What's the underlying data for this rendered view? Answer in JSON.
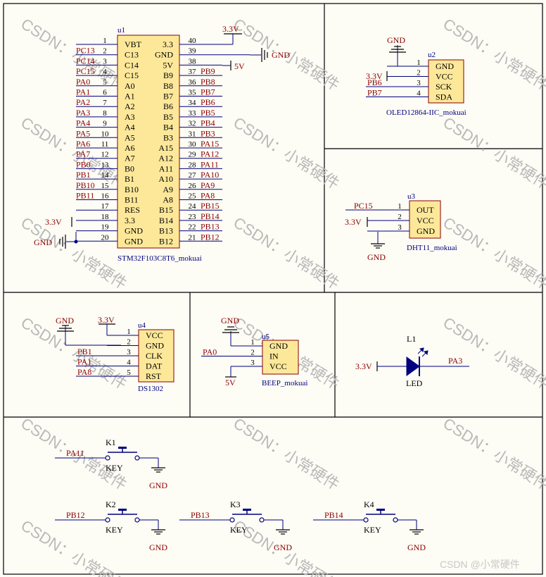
{
  "watermark": {
    "text": "CSDN：小常硬件",
    "footer": "CSDN @小常硬件"
  },
  "u1": {
    "designator": "u1",
    "name": "STM32F103C8T6_mokuai",
    "left_pins": [
      {
        "num": "1",
        "label": "VBT",
        "net": ""
      },
      {
        "num": "2",
        "label": "C13",
        "net": "PC13"
      },
      {
        "num": "3",
        "label": "C14",
        "net": "PC14"
      },
      {
        "num": "4",
        "label": "C15",
        "net": "PC15"
      },
      {
        "num": "5",
        "label": "A0",
        "net": "PA0"
      },
      {
        "num": "6",
        "label": "A1",
        "net": "PA1"
      },
      {
        "num": "7",
        "label": "A2",
        "net": "PA2"
      },
      {
        "num": "8",
        "label": "A3",
        "net": "PA3"
      },
      {
        "num": "9",
        "label": "A4",
        "net": "PA4"
      },
      {
        "num": "10",
        "label": "A5",
        "net": "PA5"
      },
      {
        "num": "11",
        "label": "A6",
        "net": "PA6"
      },
      {
        "num": "12",
        "label": "A7",
        "net": "PA7"
      },
      {
        "num": "13",
        "label": "B0",
        "net": "PB0"
      },
      {
        "num": "14",
        "label": "B1",
        "net": "PB1"
      },
      {
        "num": "15",
        "label": "B10",
        "net": "PB10"
      },
      {
        "num": "16",
        "label": "B11",
        "net": "PB11"
      },
      {
        "num": "17",
        "label": "RES",
        "net": ""
      },
      {
        "num": "18",
        "label": "3.3",
        "net": ""
      },
      {
        "num": "19",
        "label": "GND",
        "net": ""
      },
      {
        "num": "20",
        "label": "GND",
        "net": ""
      }
    ],
    "right_pins": [
      {
        "num": "40",
        "label": "3.3",
        "net": ""
      },
      {
        "num": "39",
        "label": "GND",
        "net": ""
      },
      {
        "num": "38",
        "label": "5V",
        "net": ""
      },
      {
        "num": "37",
        "label": "B9",
        "net": "PB9"
      },
      {
        "num": "36",
        "label": "B8",
        "net": "PB8"
      },
      {
        "num": "35",
        "label": "B7",
        "net": "PB7"
      },
      {
        "num": "34",
        "label": "B6",
        "net": "PB6"
      },
      {
        "num": "33",
        "label": "B5",
        "net": "PB5"
      },
      {
        "num": "32",
        "label": "B4",
        "net": "PB4"
      },
      {
        "num": "31",
        "label": "B3",
        "net": "PB3"
      },
      {
        "num": "30",
        "label": "A15",
        "net": "PA15"
      },
      {
        "num": "29",
        "label": "A12",
        "net": "PA12"
      },
      {
        "num": "28",
        "label": "A11",
        "net": "PA11"
      },
      {
        "num": "27",
        "label": "A10",
        "net": "PA10"
      },
      {
        "num": "26",
        "label": "A9",
        "net": "PA9"
      },
      {
        "num": "25",
        "label": "A8",
        "net": "PA8"
      },
      {
        "num": "24",
        "label": "B15",
        "net": "PB15"
      },
      {
        "num": "23",
        "label": "B14",
        "net": "PB14"
      },
      {
        "num": "22",
        "label": "B13",
        "net": "PB13"
      },
      {
        "num": "21",
        "label": "B12",
        "net": "PB12"
      }
    ],
    "power": {
      "v33": "3.3V",
      "gnd": "GND",
      "v5": "5V"
    }
  },
  "u2": {
    "designator": "u2",
    "name": "OLED12864-IIC_mokuai",
    "pins": [
      {
        "num": "1",
        "label": "GND",
        "net": ""
      },
      {
        "num": "2",
        "label": "VCC",
        "net": ""
      },
      {
        "num": "3",
        "label": "SCK",
        "net": "PB6"
      },
      {
        "num": "4",
        "label": "SDA",
        "net": "PB7"
      }
    ],
    "power": {
      "gnd": "GND",
      "v33": "3.3V"
    }
  },
  "u3": {
    "designator": "u3",
    "name": "DHT11_mokuai",
    "pins": [
      {
        "num": "1",
        "label": "OUT",
        "net": "PC15"
      },
      {
        "num": "2",
        "label": "VCC",
        "net": ""
      },
      {
        "num": "3",
        "label": "GND",
        "net": ""
      }
    ],
    "power": {
      "v33": "3.3V",
      "gnd": "GND"
    }
  },
  "u4": {
    "designator": "u4",
    "name": "DS1302",
    "pins": [
      {
        "num": "1",
        "label": "VCC",
        "net": ""
      },
      {
        "num": "2",
        "label": "GND",
        "net": ""
      },
      {
        "num": "3",
        "label": "CLK",
        "net": "PB1"
      },
      {
        "num": "4",
        "label": "DAT",
        "net": "PA1"
      },
      {
        "num": "5",
        "label": "RST",
        "net": "PA8"
      }
    ],
    "power": {
      "gnd": "GND",
      "v33": "3.3V"
    }
  },
  "u5": {
    "designator": "u5",
    "name": "BEEP_mokuai",
    "pins": [
      {
        "num": "1",
        "label": "GND",
        "net": ""
      },
      {
        "num": "2",
        "label": "IN",
        "net": "PA0"
      },
      {
        "num": "3",
        "label": "VCC",
        "net": ""
      }
    ],
    "power": {
      "gnd": "GND",
      "v5": "5V"
    }
  },
  "l1": {
    "designator": "L1",
    "name": "LED",
    "power": "3.3V",
    "net": "PA3"
  },
  "keys": [
    {
      "designator": "K1",
      "name": "KEY",
      "net": "PA11",
      "gnd": "GND"
    },
    {
      "designator": "K2",
      "name": "KEY",
      "net": "PB12",
      "gnd": "GND"
    },
    {
      "designator": "K3",
      "name": "KEY",
      "net": "PB13",
      "gnd": "GND"
    },
    {
      "designator": "K4",
      "name": "KEY",
      "net": "PB14",
      "gnd": "GND"
    }
  ],
  "colors": {
    "body": "#fde89a",
    "wire": "#000080",
    "netlabel": "#8b0000",
    "frame": "#000000",
    "watermark": "#b9b9b9",
    "background": "#fdfcf5"
  }
}
